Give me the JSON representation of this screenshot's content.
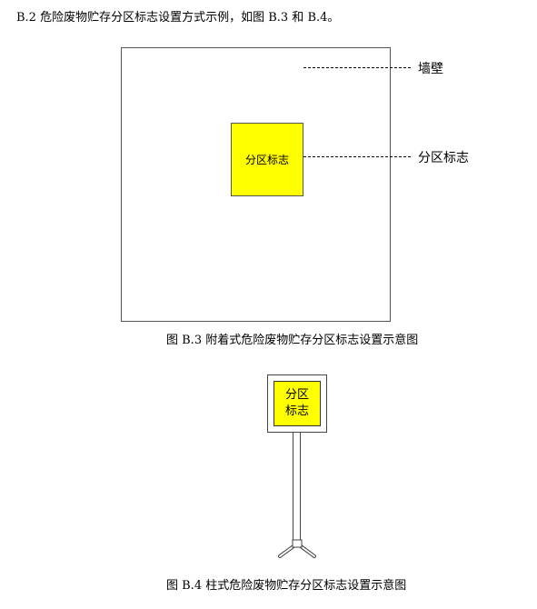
{
  "intro": "B.2  危险废物贮存分区标志设置方式示例，如图 B.3 和 B.4。",
  "figure_b3": {
    "sign_text": "分区标志",
    "label_wall": "墙壁",
    "label_sign": "分区标志",
    "caption": "图 B.3  附着式危险废物贮存分区标志设置示意图"
  },
  "figure_b4": {
    "sign_line1": "分区",
    "sign_line2": "标志",
    "caption": "图 B.4  柱式危险废物贮存分区标志设置示意图"
  }
}
